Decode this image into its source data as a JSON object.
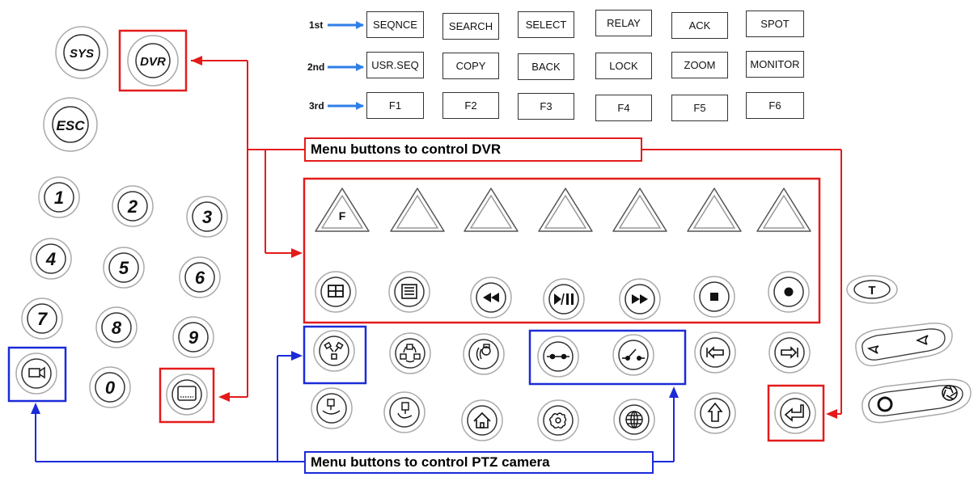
{
  "function_rows": [
    {
      "label": "1st",
      "keys": [
        "SEQNCE",
        "SEARCH",
        "SELECT",
        "RELAY",
        "ACK",
        "SPOT"
      ]
    },
    {
      "label": "2nd",
      "keys": [
        "USR.SEQ",
        "COPY",
        "BACK",
        "LOCK",
        "ZOOM",
        "MONITOR"
      ]
    },
    {
      "label": "3rd",
      "keys": [
        "F1",
        "F2",
        "F3",
        "F4",
        "F5",
        "F6"
      ]
    }
  ],
  "left_keys": {
    "sys": "SYS",
    "dvr": "DVR",
    "esc": "ESC"
  },
  "numpad": [
    "1",
    "2",
    "3",
    "4",
    "5",
    "6",
    "7",
    "8",
    "9",
    "0"
  ],
  "triangle_f_label": "F",
  "t_button_label": "T",
  "callouts": {
    "dvr": "Menu buttons to control DVR",
    "ptz": "Menu buttons to control PTZ camera"
  },
  "colors": {
    "dvr_highlight": "#e31b1b",
    "ptz_highlight": "#1c2bd8",
    "row_arrow": "#2f7ee8"
  },
  "icons": {
    "dvr_playback_row": [
      "multi-screen-icon",
      "list-menu-icon",
      "rewind-icon",
      "play-pause-icon",
      "fast-forward-icon",
      "stop-icon",
      "record-icon"
    ],
    "ptz_row_1": [
      "preset-icon",
      "pattern-icon",
      "swing-icon",
      "auxiliary-off-icon",
      "auxiliary-on-icon",
      "back-arrow-icon",
      "forward-arrow-icon"
    ],
    "ptz_row_2": [
      "tilt-icon",
      "group-tour-icon",
      "home-icon",
      "setup-gear-icon",
      "globe-icon",
      "up-arrow-icon",
      "enter-icon"
    ],
    "side": [
      "camera-icon",
      "monitor-screen-icon",
      "focus-near-far-icon",
      "iris-open-close-icon"
    ]
  }
}
